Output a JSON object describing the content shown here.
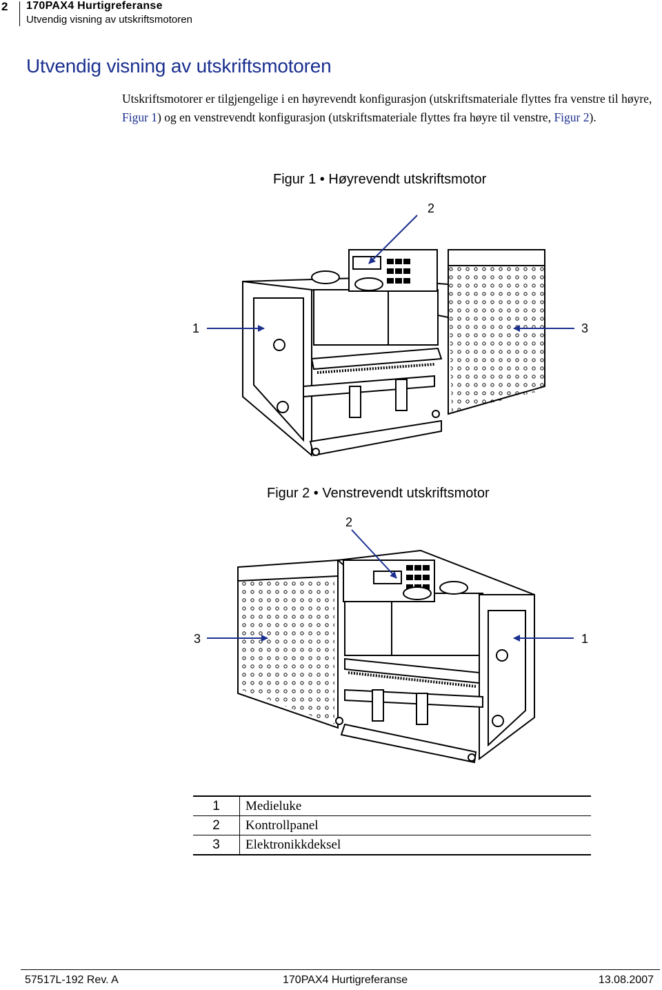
{
  "header": {
    "page_number": "2",
    "doc_title": "170PAX4 Hurtigreferanse",
    "section": "Utvendig visning av utskriftsmotoren"
  },
  "section_title": "Utvendig visning av utskriftsmotoren",
  "intro": {
    "part1": "Utskriftsmotorer er tilgjengelige i en høyrevendt konfigurasjon (utskriftsmateriale flyttes fra venstre til høyre, ",
    "link1": "Figur 1",
    "part2": ") og en venstrevendt konfigurasjon (utskriftsmateriale flyttes fra høyre til venstre, ",
    "link2": "Figur 2",
    "part3": ")."
  },
  "figure1": {
    "caption": "Figur 1 • Høyrevendt utskriftsmotor",
    "callouts": {
      "left": "1",
      "top": "2",
      "right": "3"
    }
  },
  "figure2": {
    "caption": "Figur 2 • Venstrevendt utskriftsmotor",
    "callouts": {
      "left": "3",
      "top": "2",
      "right": "1"
    }
  },
  "legend": [
    {
      "num": "1",
      "label": "Medieluke"
    },
    {
      "num": "2",
      "label": "Kontrollpanel"
    },
    {
      "num": "3",
      "label": "Elektronikkdeksel"
    }
  ],
  "footer": {
    "left": "57517L-192 Rev. A",
    "center": "170PAX4 Hurtigreferanse",
    "right": "13.08.2007"
  },
  "colors": {
    "accent": "#1a2f8f"
  }
}
